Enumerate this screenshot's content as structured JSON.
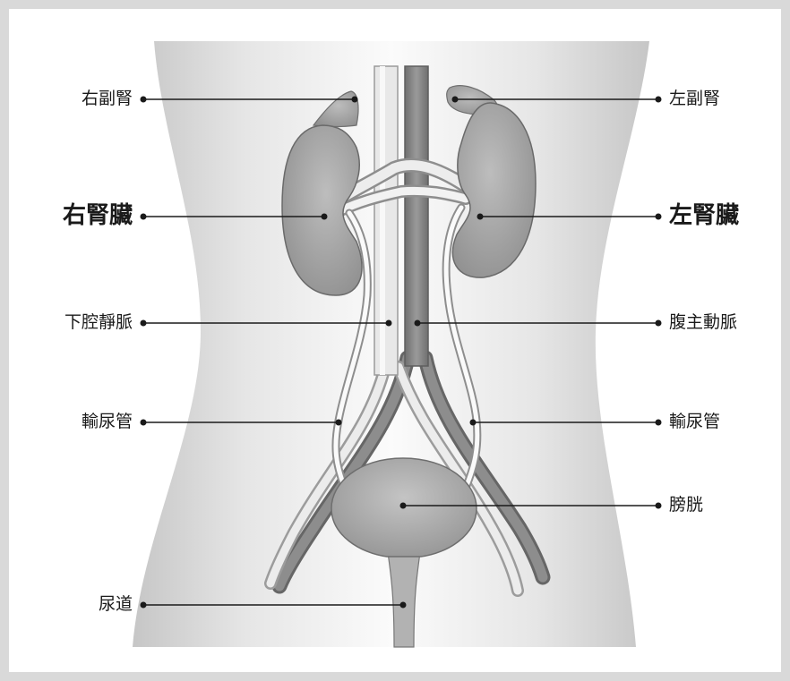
{
  "labels": {
    "right_adrenal": "右副腎",
    "right_kidney": "右腎臟",
    "inferior_vena_cava": "下腔靜脈",
    "right_ureter": "輸尿管",
    "urethra": "尿道",
    "left_adrenal": "左副腎",
    "left_kidney": "左腎臟",
    "abdominal_aorta": "腹主動脈",
    "left_ureter": "輸尿管",
    "bladder": "膀胱"
  },
  "colors": {
    "organ": "#a8a8a8",
    "organ_dark": "#8a8a8a",
    "aorta": "#808080",
    "vein": "#e6e6e6",
    "torso_edge": "#c8c8c8",
    "leader_line": "#1a1a1a"
  }
}
